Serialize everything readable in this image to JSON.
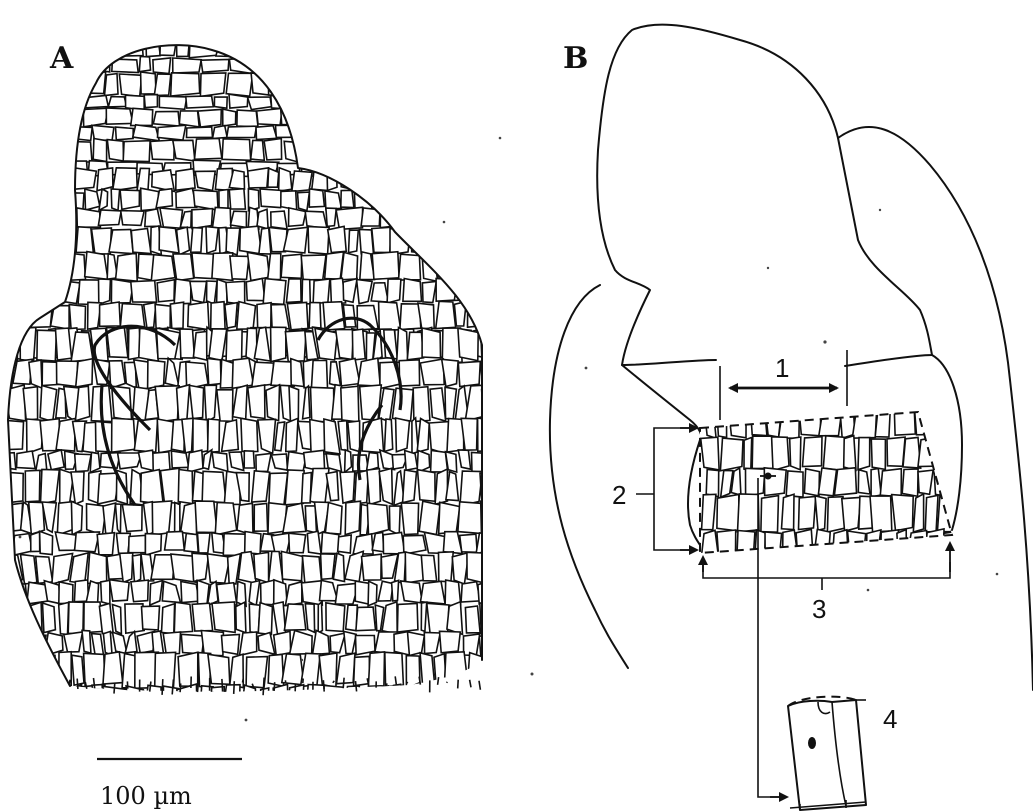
{
  "panels": {
    "a": {
      "label": "A"
    },
    "b": {
      "label": "B"
    }
  },
  "annotations": [
    "1",
    "2",
    "3",
    "4"
  ],
  "scale_bar": {
    "text": "100 µm"
  }
}
